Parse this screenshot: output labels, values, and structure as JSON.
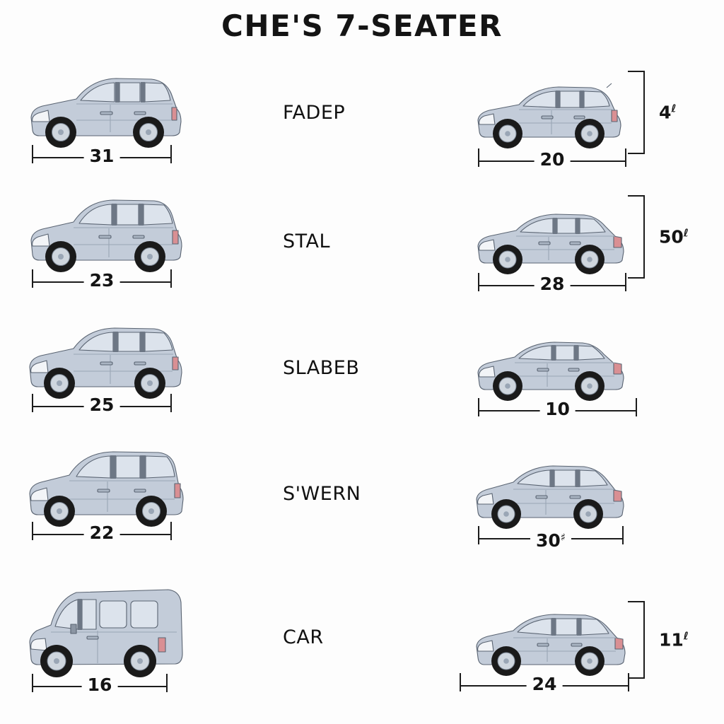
{
  "title": "CHE'S 7-SEATER",
  "colors": {
    "body_light": "#c3ccd9",
    "body_mid": "#b4bfcd",
    "body_shadow": "#a6b2c2",
    "glass": "#dce3ec",
    "glass_dark": "#6d7785",
    "outline": "#5a6472",
    "tire": "#1a1a1a",
    "rim": "#cfd6de",
    "taillight": "#d98f93",
    "headlight": "#f2f4f7",
    "line": "#1c1c1c",
    "text": "#141414",
    "background": "#fdfdfd"
  },
  "rows": [
    {
      "label": "FADEP",
      "left_vehicle": "mpv-tall-hatch",
      "left_dimension": "31",
      "right_vehicle": "hatchback",
      "right_dimension": "20",
      "right_height": "4",
      "right_height_sup": "ℓ"
    },
    {
      "label": "STAL",
      "left_vehicle": "mpv-boxy",
      "left_dimension": "23",
      "right_vehicle": "sedan",
      "right_dimension": "28",
      "right_height": "50",
      "right_height_sup": "ℓ"
    },
    {
      "label": "SLABEB",
      "left_vehicle": "mpv-compact",
      "left_dimension": "25",
      "right_vehicle": "sedan-low",
      "right_dimension": "10",
      "right_height": "",
      "right_height_sup": ""
    },
    {
      "label": "S'WERN",
      "left_vehicle": "minivan",
      "left_dimension": "22",
      "right_vehicle": "hatchback-wide",
      "right_dimension": "30",
      "right_height": "",
      "right_height_sup": "",
      "right_dimension_sup": "♯"
    },
    {
      "label": "CAR",
      "left_vehicle": "high-roof-van",
      "left_dimension": "16",
      "right_vehicle": "sedan-sport",
      "right_dimension": "24",
      "right_height": "11",
      "right_height_sup": "ℓ"
    }
  ]
}
